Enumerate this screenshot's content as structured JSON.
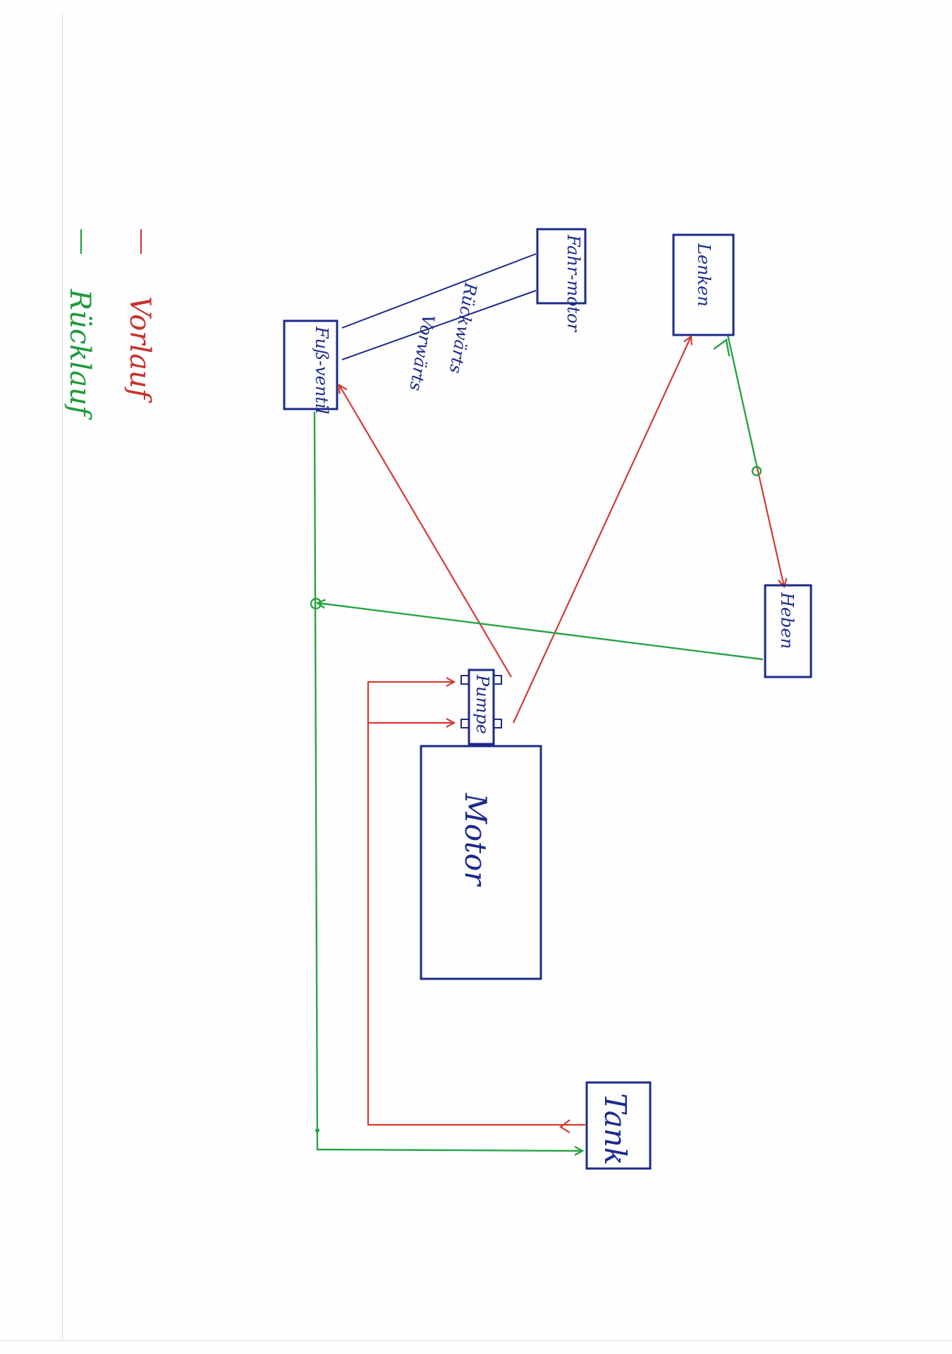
{
  "legend": {
    "supply": "Vorlauf",
    "return": "Rücklauf"
  },
  "components": {
    "fahrmotor": "Fahr-motor",
    "fahrventil": "Fuß-ventil",
    "lenken": "Lenken",
    "heben": "Heben",
    "pumpe": "Pumpe",
    "motor": "Motor",
    "tank": "Tank"
  },
  "line_labels": {
    "rueckwaerts": "Rückwärts",
    "vorwaerts": "Vorwärts"
  },
  "colors": {
    "supply": "#d43a32",
    "return": "#27a445",
    "component": "#1c2a8a"
  }
}
